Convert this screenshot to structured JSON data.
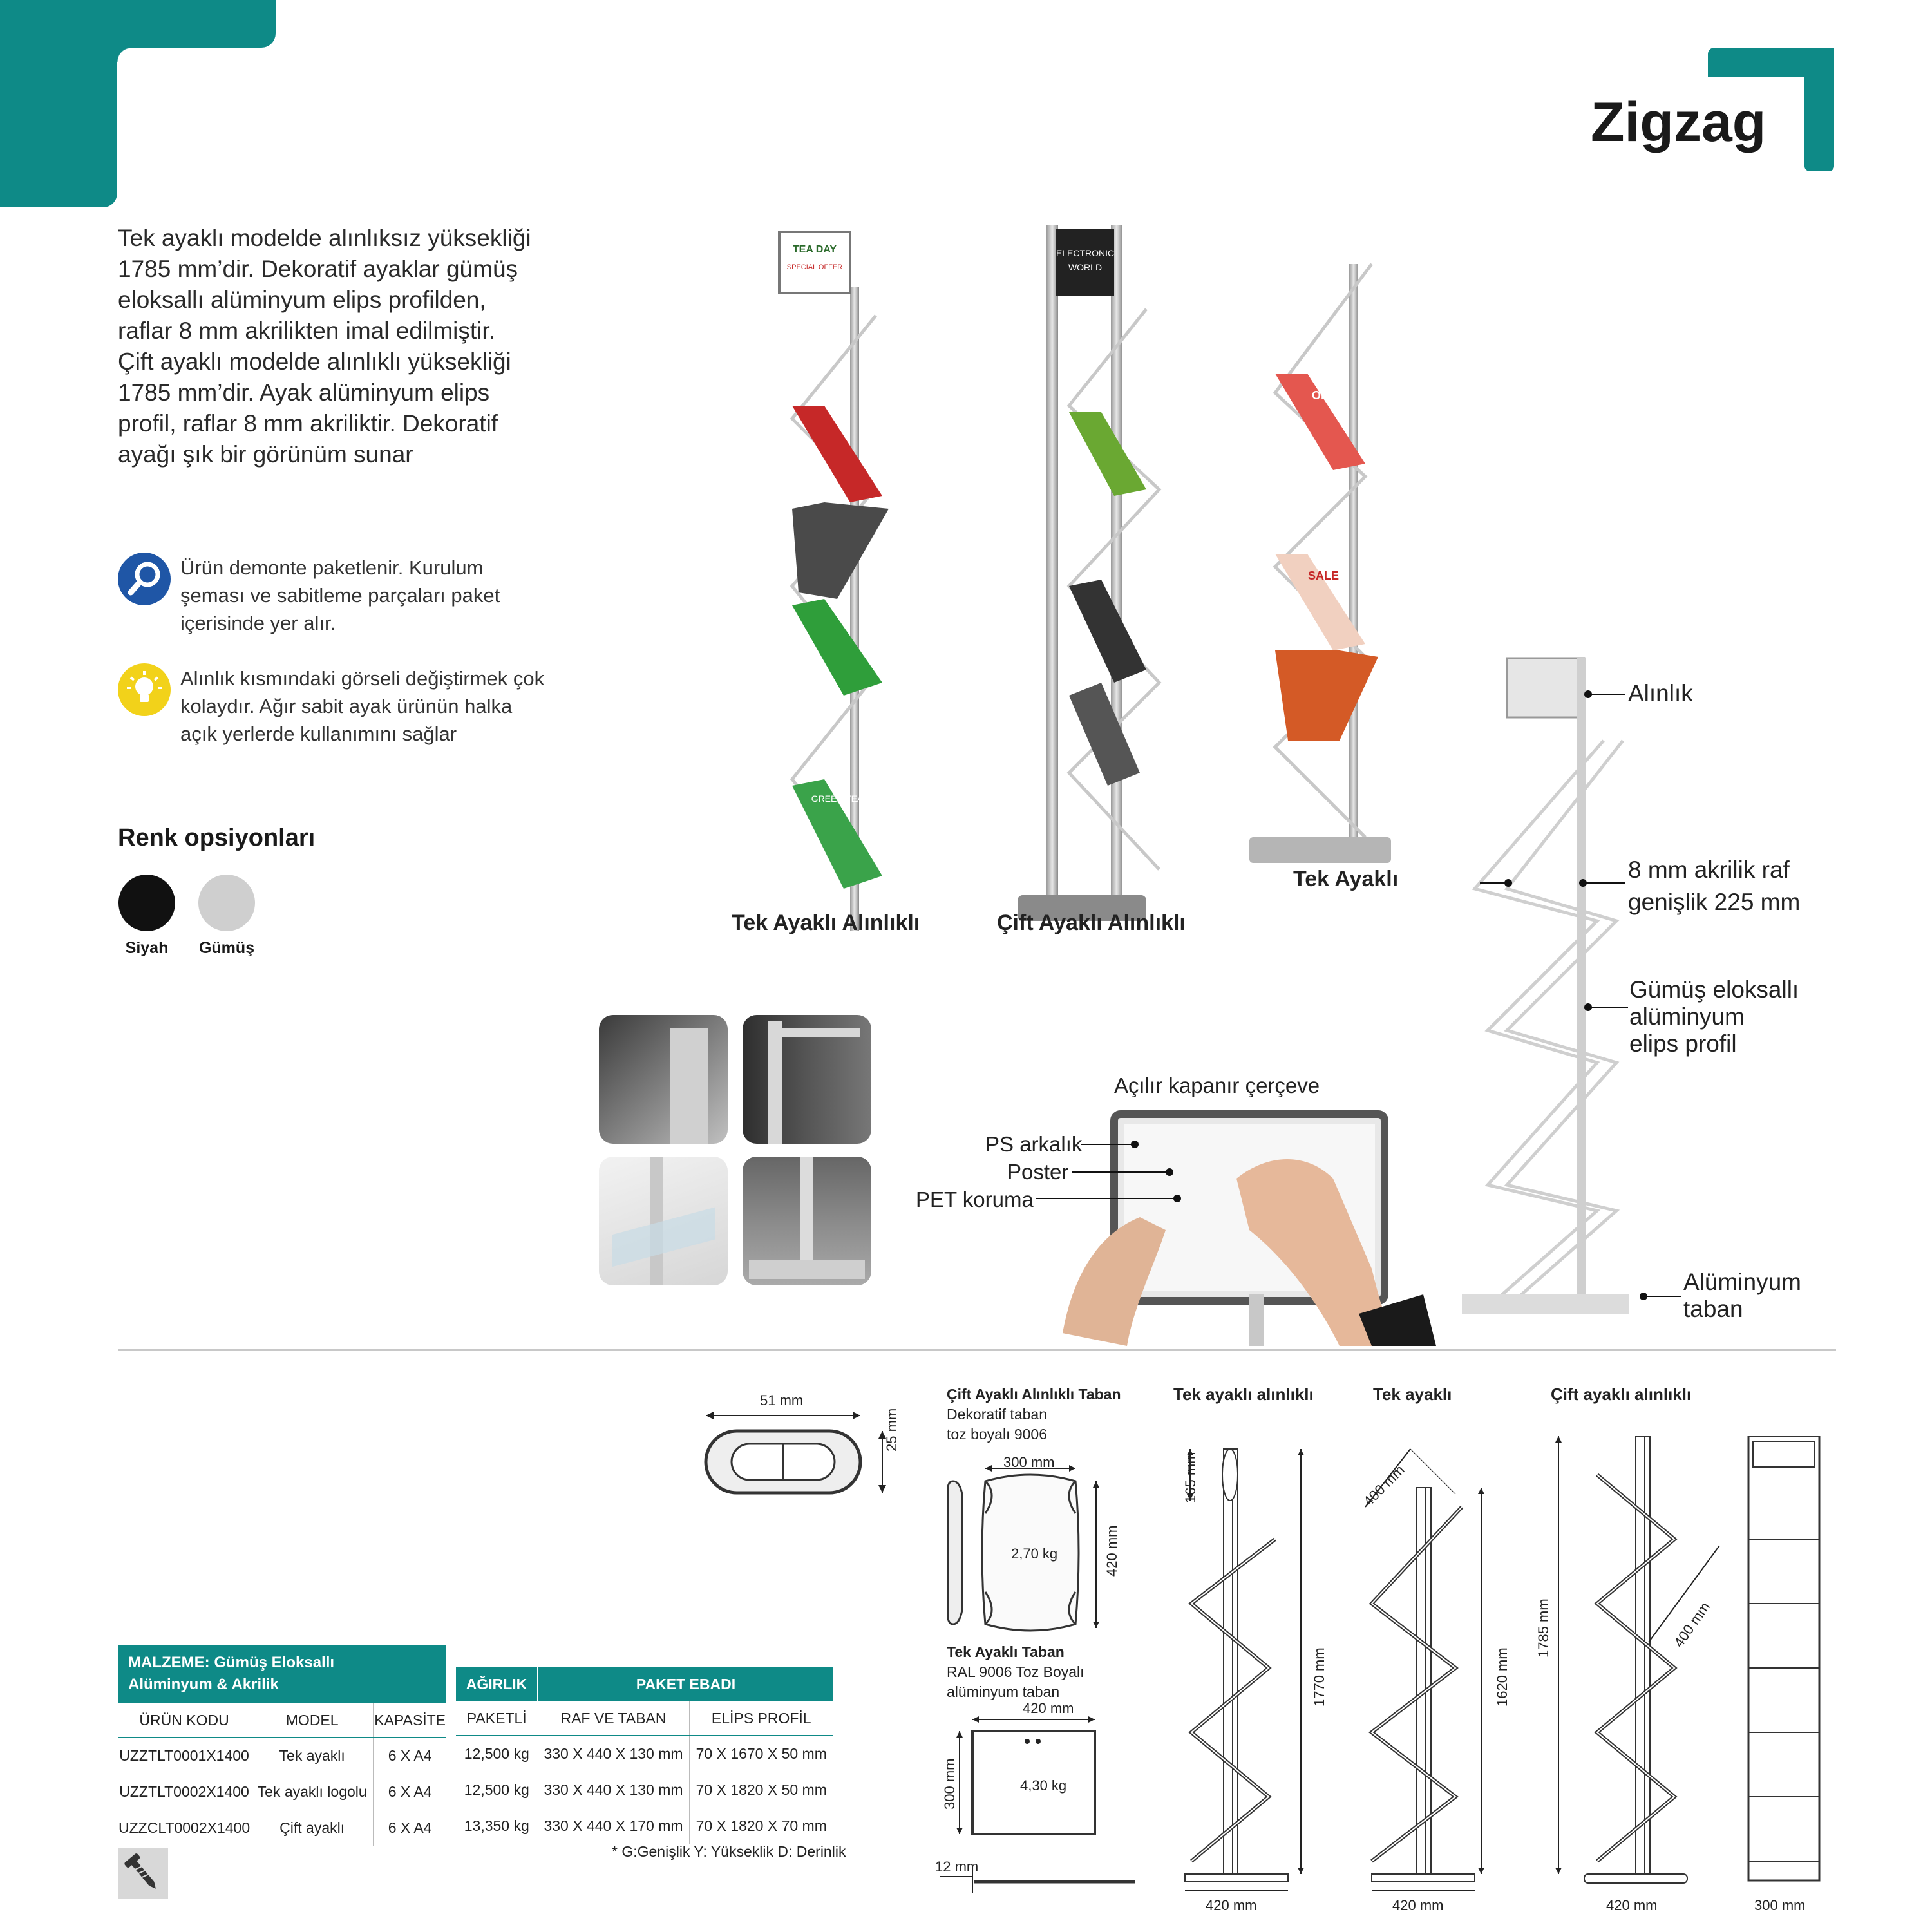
{
  "header": {
    "title": "Zigzag"
  },
  "intro": {
    "lines": [
      "Tek ayaklı modelde alınlıksız yüksekliği",
      "1785 mm’dir. Dekoratif ayaklar gümüş",
      "eloksallı alüminyum elips profilden,",
      "raflar 8 mm akrilikten imal edilmiştir.",
      "Çift ayaklı modelde alınlıklı yüksekliği",
      "1785 mm’dir. Ayak alüminyum elips",
      "profil, raflar 8 mm akriliktir. Dekoratif",
      "ayağı şık bir görünüm sunar"
    ]
  },
  "notes": [
    {
      "icon": "magnifier-icon",
      "lines": [
        "Ürün demonte paketlenir. Kurulum",
        "şeması ve sabitleme parçaları paket",
        "içerisinde yer alır."
      ]
    },
    {
      "icon": "lightbulb-icon",
      "lines": [
        "Alınlık kısmındaki görseli değiştirmek çok",
        "kolaydır. Ağır sabit ayak ürünün halka",
        "açık yerlerde kullanımını sağlar"
      ]
    }
  ],
  "colors": {
    "title": "Renk opsiyonları",
    "options": [
      {
        "name": "Siyah",
        "hex": "#111111"
      },
      {
        "name": "Gümüş",
        "hex": "#cccccc"
      }
    ],
    "accent": "#0e8a87"
  },
  "products": {
    "captions": [
      "Tek Ayaklı Alınlıklı",
      "Çift Ayaklı Alınlıklı",
      "Tek Ayaklı"
    ],
    "posters": [
      {
        "line1": "TEA DAY",
        "line2": "SPECIAL OFFER"
      },
      {
        "line1": "ELECTRONIC",
        "line2": "WORLD"
      }
    ],
    "books": [
      {
        "title": "OFF"
      },
      {
        "title": "SALE"
      },
      {
        "title": "GREEN TEA"
      }
    ]
  },
  "callouts": {
    "alinlik": "Alınlık",
    "raf_line1": "8 mm akrilik raf",
    "raf_line2": "genişlik 225 mm",
    "profil_lines": [
      "Gümüş eloksallı",
      "alüminyum",
      "elips profil"
    ],
    "taban_lines": [
      "Alüminyum",
      "taban"
    ],
    "cerceve": "Açılır kapanır çerçeve",
    "ps": "PS arkalık",
    "poster": "Poster",
    "pet": "PET koruma"
  },
  "profile": {
    "width": "51 mm",
    "height": "25 mm"
  },
  "bases": {
    "double": {
      "title": "Çift Ayaklı Alınlıklı Taban",
      "sub1": "Dekoratif taban",
      "sub2": "toz boyalı 9006",
      "width": "300 mm",
      "height": "420 mm",
      "weight": "2,70 kg"
    },
    "single": {
      "title": "Tek Ayaklı Taban",
      "sub1": "RAL 9006 Toz Boyalı",
      "sub2": "alüminyum taban",
      "width": "420 mm",
      "height": "300 mm",
      "weight": "4,30 kg",
      "thickness": "12 mm"
    }
  },
  "drawings": [
    {
      "title": "Tek ayaklı alınlıklı",
      "top": "165 mm",
      "height": "1770 mm",
      "base": "420 mm"
    },
    {
      "title": "Tek ayaklı",
      "diag": "400 mm",
      "height": "1620 mm",
      "base": "420 mm"
    },
    {
      "title": "Çift ayaklı alınlıklı",
      "height": "1785 mm",
      "diag": "400 mm",
      "base": "420 mm",
      "base2": "300 mm"
    }
  ],
  "material": {
    "line1": "MALZEME: Gümüş Eloksallı",
    "line2": "Alüminyum  & Akrilik"
  },
  "table_left": {
    "headers": [
      "ÜRÜN KODU",
      "MODEL",
      "KAPASİTE"
    ],
    "rows": [
      [
        "UZZTLT0001X1400",
        "Tek ayaklı",
        "6 X A4"
      ],
      [
        "UZZTLT0002X1400",
        "Tek ayaklı logolu",
        "6 X A4"
      ],
      [
        "UZZCLT0002X1400",
        "Çift ayaklı",
        "6 X A4"
      ]
    ]
  },
  "table_right": {
    "group1": "AĞIRLIK",
    "group2": "PAKET EBADI",
    "headers": [
      "PAKETLİ",
      "RAF VE TABAN",
      "ELİPS PROFİL"
    ],
    "rows": [
      [
        "12,500 kg",
        "330 X 440 X 130 mm",
        "70 X 1670 X 50 mm"
      ],
      [
        "12,500 kg",
        "330 X 440 X 130 mm",
        "70 X 1820 X 50 mm"
      ],
      [
        "13,350 kg",
        "330 X 440 X 170 mm",
        "70 X 1820 X 70 mm"
      ]
    ]
  },
  "footnote": "* G:Genişlik  Y: Yükseklik  D: Derinlik"
}
